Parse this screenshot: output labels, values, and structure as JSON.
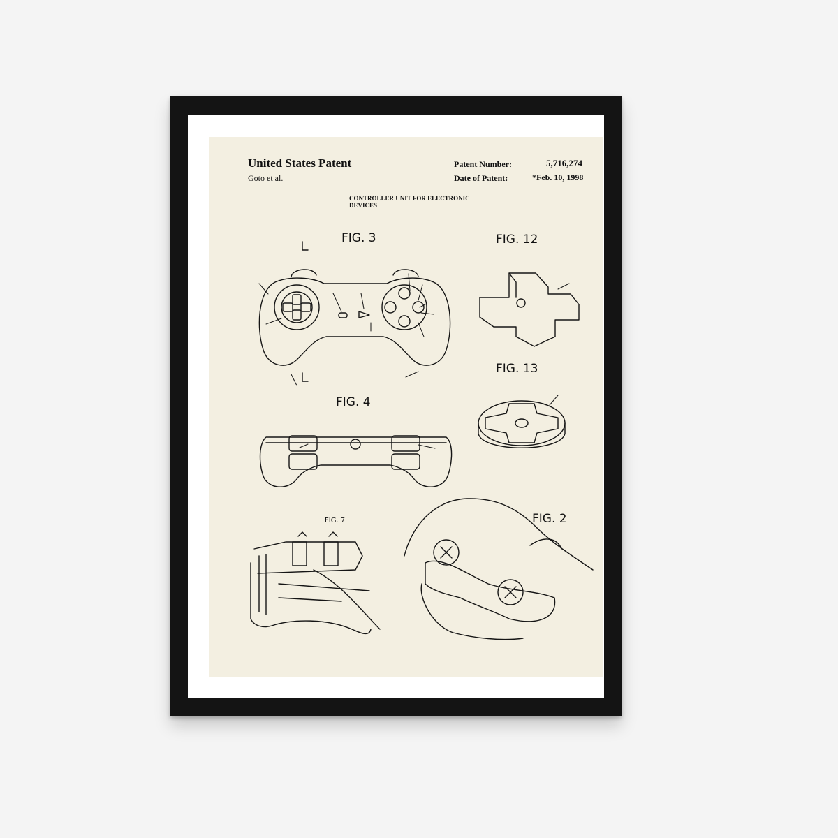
{
  "patent": {
    "title": "United States Patent",
    "inventors": "Goto et al.",
    "number_label": "Patent Number:",
    "number_value": "5,716,274",
    "date_label": "Date of Patent:",
    "date_value": "*Feb. 10, 1998",
    "subtitle": "CONTROLLER UNIT FOR ELECTRONIC DEVICES"
  },
  "figures": {
    "fig3": "FIG. 3",
    "fig12": "FIG. 12",
    "fig13": "FIG. 13",
    "fig4": "FIG. 4",
    "fig7": "FIG. 7",
    "fig2": "FIG. 2"
  },
  "colors": {
    "frame": "#141414",
    "mat": "#ffffff",
    "paper": "#f3efe1",
    "ink": "#111111",
    "background": "#f4f4f4"
  }
}
